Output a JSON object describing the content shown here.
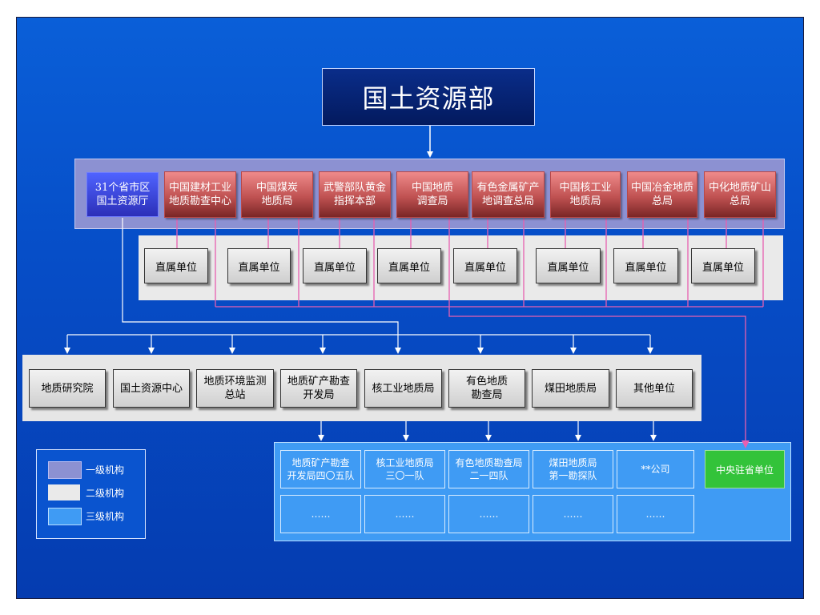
{
  "title": "国土资源部",
  "level1": {
    "provincial": [
      "31个省市区",
      "国土资源厅"
    ],
    "bureaus": [
      [
        "中国建材工业",
        "地质勘查中心"
      ],
      [
        "中国煤炭",
        "地质局"
      ],
      [
        "武警部队黄金",
        "指挥本部"
      ],
      [
        "中国地质",
        "调查局"
      ],
      [
        "有色金属矿产",
        "地调查总局"
      ],
      [
        "中国核工业",
        "地质局"
      ],
      [
        "中国冶金地质",
        "总局"
      ],
      [
        "中化地质矿山",
        "总局"
      ]
    ]
  },
  "direct_units": [
    "直属单位",
    "直属单位",
    "直属单位",
    "直属单位",
    "直属单位",
    "直属单位",
    "直属单位",
    "直属单位"
  ],
  "level2": [
    [
      "地质研究院"
    ],
    [
      "国土资源中心"
    ],
    [
      "地质环境监测",
      "总站"
    ],
    [
      "地质矿产勘查",
      "开发局"
    ],
    [
      "核工业地质局"
    ],
    [
      "有色地质",
      "勘查局"
    ],
    [
      "煤田地质局"
    ],
    [
      "其他单位"
    ]
  ],
  "level3": {
    "row1": [
      [
        "地质矿产勘查",
        "开发局四〇五队"
      ],
      [
        "核工业地质局",
        "三〇一队"
      ],
      [
        "有色地质勘查局",
        "二一四队"
      ],
      [
        "煤田地质局",
        "第一勘探队"
      ],
      [
        "**公司"
      ]
    ],
    "row2": [
      "……",
      "……",
      "……",
      "……",
      "……"
    ],
    "central": "中央驻省单位"
  },
  "legend": [
    {
      "label": "一级机构",
      "color": "#8c91d2"
    },
    {
      "label": "二级机构",
      "color": "#eaeaea"
    },
    {
      "label": "三级机构",
      "color": "#3f9bf4"
    }
  ],
  "colors": {
    "background": "#0a5fd8",
    "connector_white": "#ffffff",
    "connector_pink": "#e85fb0",
    "central_unit": "#33c33a"
  }
}
